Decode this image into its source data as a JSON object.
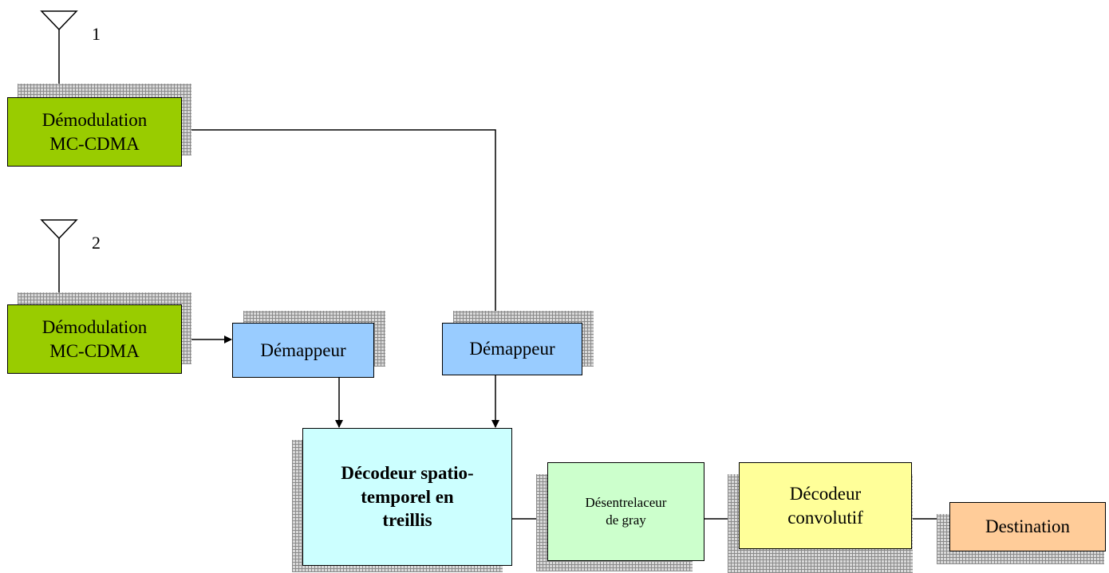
{
  "antennas": [
    {
      "label": "1"
    },
    {
      "label": "2"
    }
  ],
  "blocks": {
    "demod1": "Démodulation\nMC-CDMA",
    "demod2": "Démodulation\nMC-CDMA",
    "demapper1": "Démappeur",
    "demapper2": "Démappeur",
    "decoder_st": "Décodeur spatio-\ntemporel en\ntreillis",
    "deinterleaver": "Désentrelaceur\nde gray",
    "decoder_conv": "Décodeur\nconvolutif",
    "destination": "Destination"
  },
  "colors": {
    "demodulation": "#99cc00",
    "demapper": "#99ccff",
    "space_time_decoder": "#ccffff",
    "deinterleaver": "#ccffcc",
    "convolutional_decoder": "#ffff99",
    "destination": "#ffcc99"
  }
}
